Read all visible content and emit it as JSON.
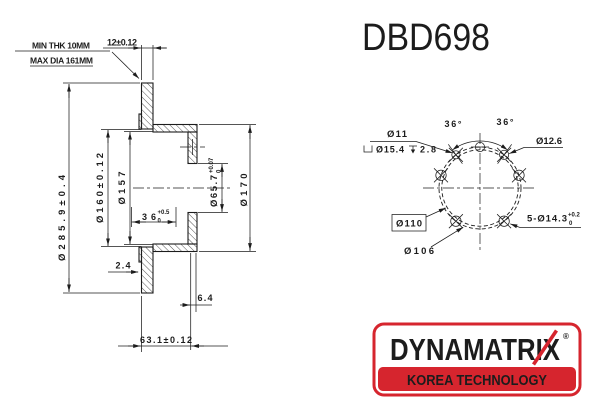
{
  "title": "DBD698",
  "colors": {
    "line": "#1c1c1c",
    "brand_red": "#d6252e",
    "background": "#ffffff"
  },
  "notes": {
    "min_thickness": "MIN THK 10MM",
    "max_diameter": "MAX DIA 161MM"
  },
  "section_view": {
    "disc_thickness": "12±0.12",
    "outer_diameter": "Ø285.9±0.4",
    "drum_inner_diameter": "Ø160±0.12",
    "drum_diameter_2": "Ø157",
    "drum_depth": "36",
    "drum_depth_tol_upper": "+0.5",
    "drum_depth_tol_lower": "0",
    "centre_bore": "Ø65.7",
    "centre_bore_tol_upper": "+0.07",
    "centre_bore_tol_lower": "0",
    "hat_diameter": "Ø170",
    "step": "2.4",
    "wall": "6.4",
    "overall_height": "63.1±0.12"
  },
  "front_view": {
    "small_hole_diameter": "Ø11",
    "counterbore_diameter": "Ø15.4",
    "counterbore_depth": "2.8",
    "angle_left": "36°",
    "angle_right": "36°",
    "mid_hole_diameter": "Ø12.6",
    "pitch_circle_diameter": "Ø110",
    "secondary_circle_diameter": "Ø106",
    "bolt_holes": "5-Ø14.3",
    "bolt_holes_tol_upper": "+0.2",
    "bolt_holes_tol_lower": "0"
  },
  "logo": {
    "brand": "DYNAMATRIX",
    "registered_mark": "®",
    "tagline": "KOREA TECHNOLOGY"
  }
}
